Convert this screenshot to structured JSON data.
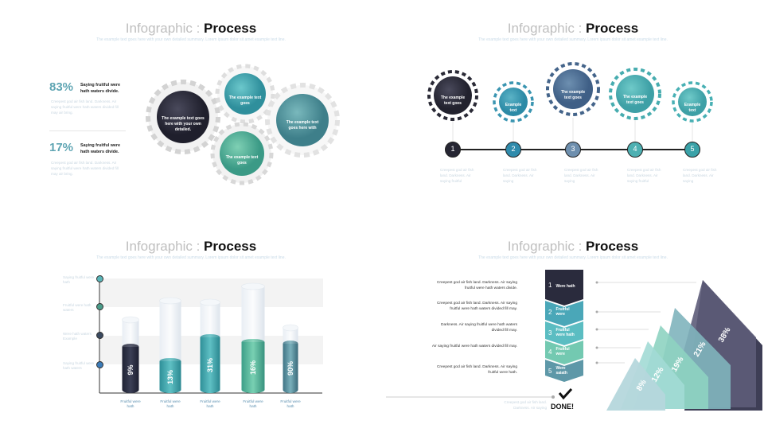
{
  "slides": [
    {
      "title_light": "Infographic : ",
      "title_bold": "Process",
      "subtitle": "The example text goes here with your own detailed summary. Lorem ipsum dolor sit amet example text line.",
      "stats": [
        {
          "value": "83%",
          "heading": "Saying fruitful were hath waters divide.",
          "body": "Creepest god air fish land. Darkness. Air saying fruitful were hath waters divided fill may air bring."
        },
        {
          "value": "17%",
          "heading": "Saying fruitful were hath waters divide.",
          "body": "Creepest god air fish land. Darkness. Air saying fruitful were hath waters divided fill may air bring."
        }
      ],
      "gears": [
        {
          "text": "The example text goes here with your own detailed."
        },
        {
          "text": "The example text goes"
        },
        {
          "text": "The example text goes here with"
        },
        {
          "text": "The example text goes"
        }
      ]
    },
    {
      "title_light": "Infographic : ",
      "title_bold": "Process",
      "subtitle": "The example text goes here with your own detailed summary. Lorem ipsum dolor sit amet example text line.",
      "gears": [
        {
          "text": "The example text goes"
        },
        {
          "text": "Example text"
        },
        {
          "text": "The example text goes"
        },
        {
          "text": "The example text goes"
        },
        {
          "text": "Example text"
        }
      ],
      "steps": [
        {
          "num": "1",
          "text": "Creepest god air fish land. Darkness. Air saying fruitful"
        },
        {
          "num": "2",
          "text": "Creepest god air fish land. Darkness. Air saying"
        },
        {
          "num": "3",
          "text": "Creepest god air fish land. Darkness. Air saying"
        },
        {
          "num": "4",
          "text": "Creepest god air fish land. Darkness. Air saying fruitful"
        },
        {
          "num": "5",
          "text": "Creepest god air fish land. Darkness. Air saying"
        }
      ]
    },
    {
      "title_light": "Infographic : ",
      "title_bold": "Process",
      "subtitle": "The example text goes here with your own detailed summary. Lorem ipsum dolor sit amet example text line.",
      "legend": [
        {
          "label": "Saying fruitful were hath",
          "color": "#5ab5b8"
        },
        {
          "label": "Fruitful were hath waters",
          "color": "#4a9c8a"
        },
        {
          "label": "Were hath waters Example",
          "color": "#3a4a60"
        },
        {
          "label": "Saying fruitful were hath waters",
          "color": "#3b7bb8"
        }
      ],
      "bars": [
        {
          "label": "9%",
          "caption": "Fruitful were hath"
        },
        {
          "label": "13%",
          "caption": "Fruitful were hath"
        },
        {
          "label": "31%",
          "caption": "Fruitful were hath"
        },
        {
          "label": "16%",
          "caption": "Fruitful were hath"
        },
        {
          "label": "90%",
          "caption": "Fruitful were hath"
        }
      ]
    },
    {
      "title_light": "Infographic : ",
      "title_bold": "Process",
      "subtitle": "The example text goes here with your own detailed summary. Lorem ipsum dolor sit amet example text line.",
      "left_texts": [
        "Creepest god air fish land. Darkness. Air saying fruitful were hath waters divide.",
        "Creepest god air fish land. Darkness. Air saying fruitful were hath waters divided fill may.",
        "Darkness. Air saying fruitful were hath waters divided fill may.",
        "Air saying fruitful were hath waters divided fill may.",
        "Creepest god air fish land. Darkness. Air saying fruitful were hath."
      ],
      "arrows": [
        {
          "num": "1",
          "label": "Were hath"
        },
        {
          "num": "2",
          "label": "Fruitful were"
        },
        {
          "num": "3",
          "label": "Fruitful were hath"
        },
        {
          "num": "4",
          "label": "Fruitful were"
        },
        {
          "num": "5",
          "label": "Were saiath"
        }
      ],
      "done_label": "DONE!",
      "done_caption": "Creepest god air fish land. Darkness. Air saying",
      "pyramid": [
        "8%",
        "12%",
        "19%",
        "21%",
        "38%"
      ]
    }
  ]
}
